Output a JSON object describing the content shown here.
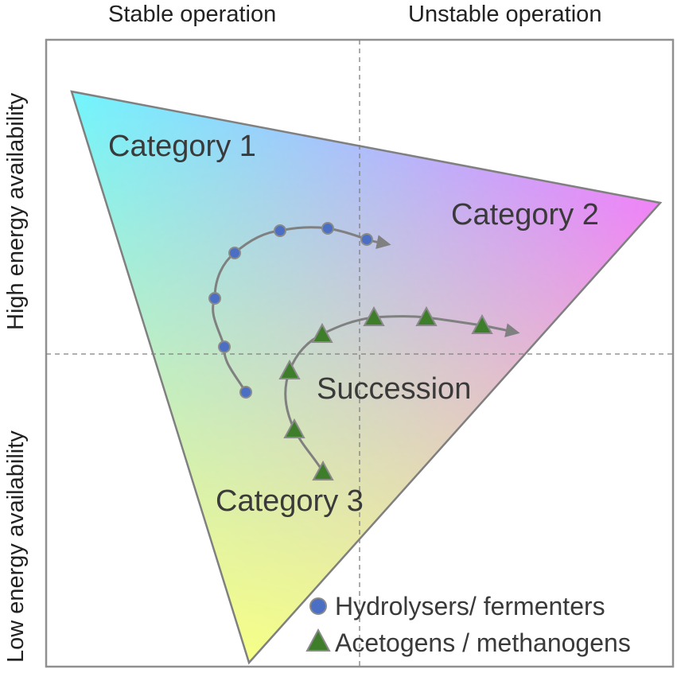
{
  "axes": {
    "top_left": "Stable operation",
    "top_right": "Unstable operation",
    "side_top": "High energy availability",
    "side_bottom": "Low energy availability"
  },
  "regions": {
    "category_1": "Category 1",
    "category_2": "Category 2",
    "category_3": "Category 3",
    "succession": "Succession"
  },
  "legend": {
    "hydrolysers": "Hydrolysers/ fermenters",
    "acetogens": "Acetogens / methanogens"
  },
  "colors": {
    "hydrolyser_marker": "#4a6fc4",
    "acetogen_marker": "#3e7d2a",
    "path_line": "#808080",
    "frame": "#909090",
    "gradient_cyan": "#6ef6ff",
    "gradient_magenta": "#f184f5",
    "gradient_yellow": "#f6ff86"
  }
}
